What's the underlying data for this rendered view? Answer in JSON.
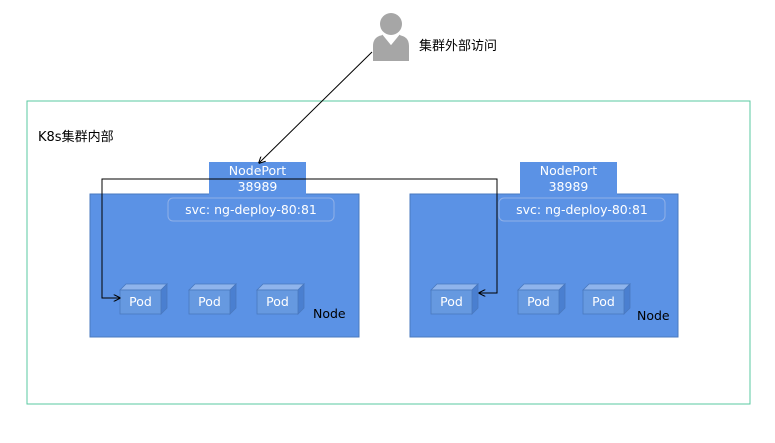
{
  "external_access": {
    "label": "集群外部访问",
    "icon": "user-icon"
  },
  "cluster": {
    "label": "K8s集群内部",
    "border_color": "#5ac8a0"
  },
  "colors": {
    "node_fill": "#5b92e5",
    "node_stroke": "#4a79bf",
    "pod_front": "#6699e0",
    "pod_top": "#8fb4ec",
    "pod_side": "#4a7fd0",
    "text_white": "#ffffff",
    "text_dark": "#000000"
  },
  "nodes": [
    {
      "label": "Node",
      "nodeport": {
        "title": "NodePort",
        "port": "38989"
      },
      "svc": "svc: ng-deploy-80:81",
      "pods": [
        "Pod",
        "Pod",
        "Pod"
      ]
    },
    {
      "label": "Node",
      "nodeport": {
        "title": "NodePort",
        "port": "38989"
      },
      "svc": "svc: ng-deploy-80:81",
      "pods": [
        "Pod",
        "Pod",
        "Pod"
      ]
    }
  ]
}
